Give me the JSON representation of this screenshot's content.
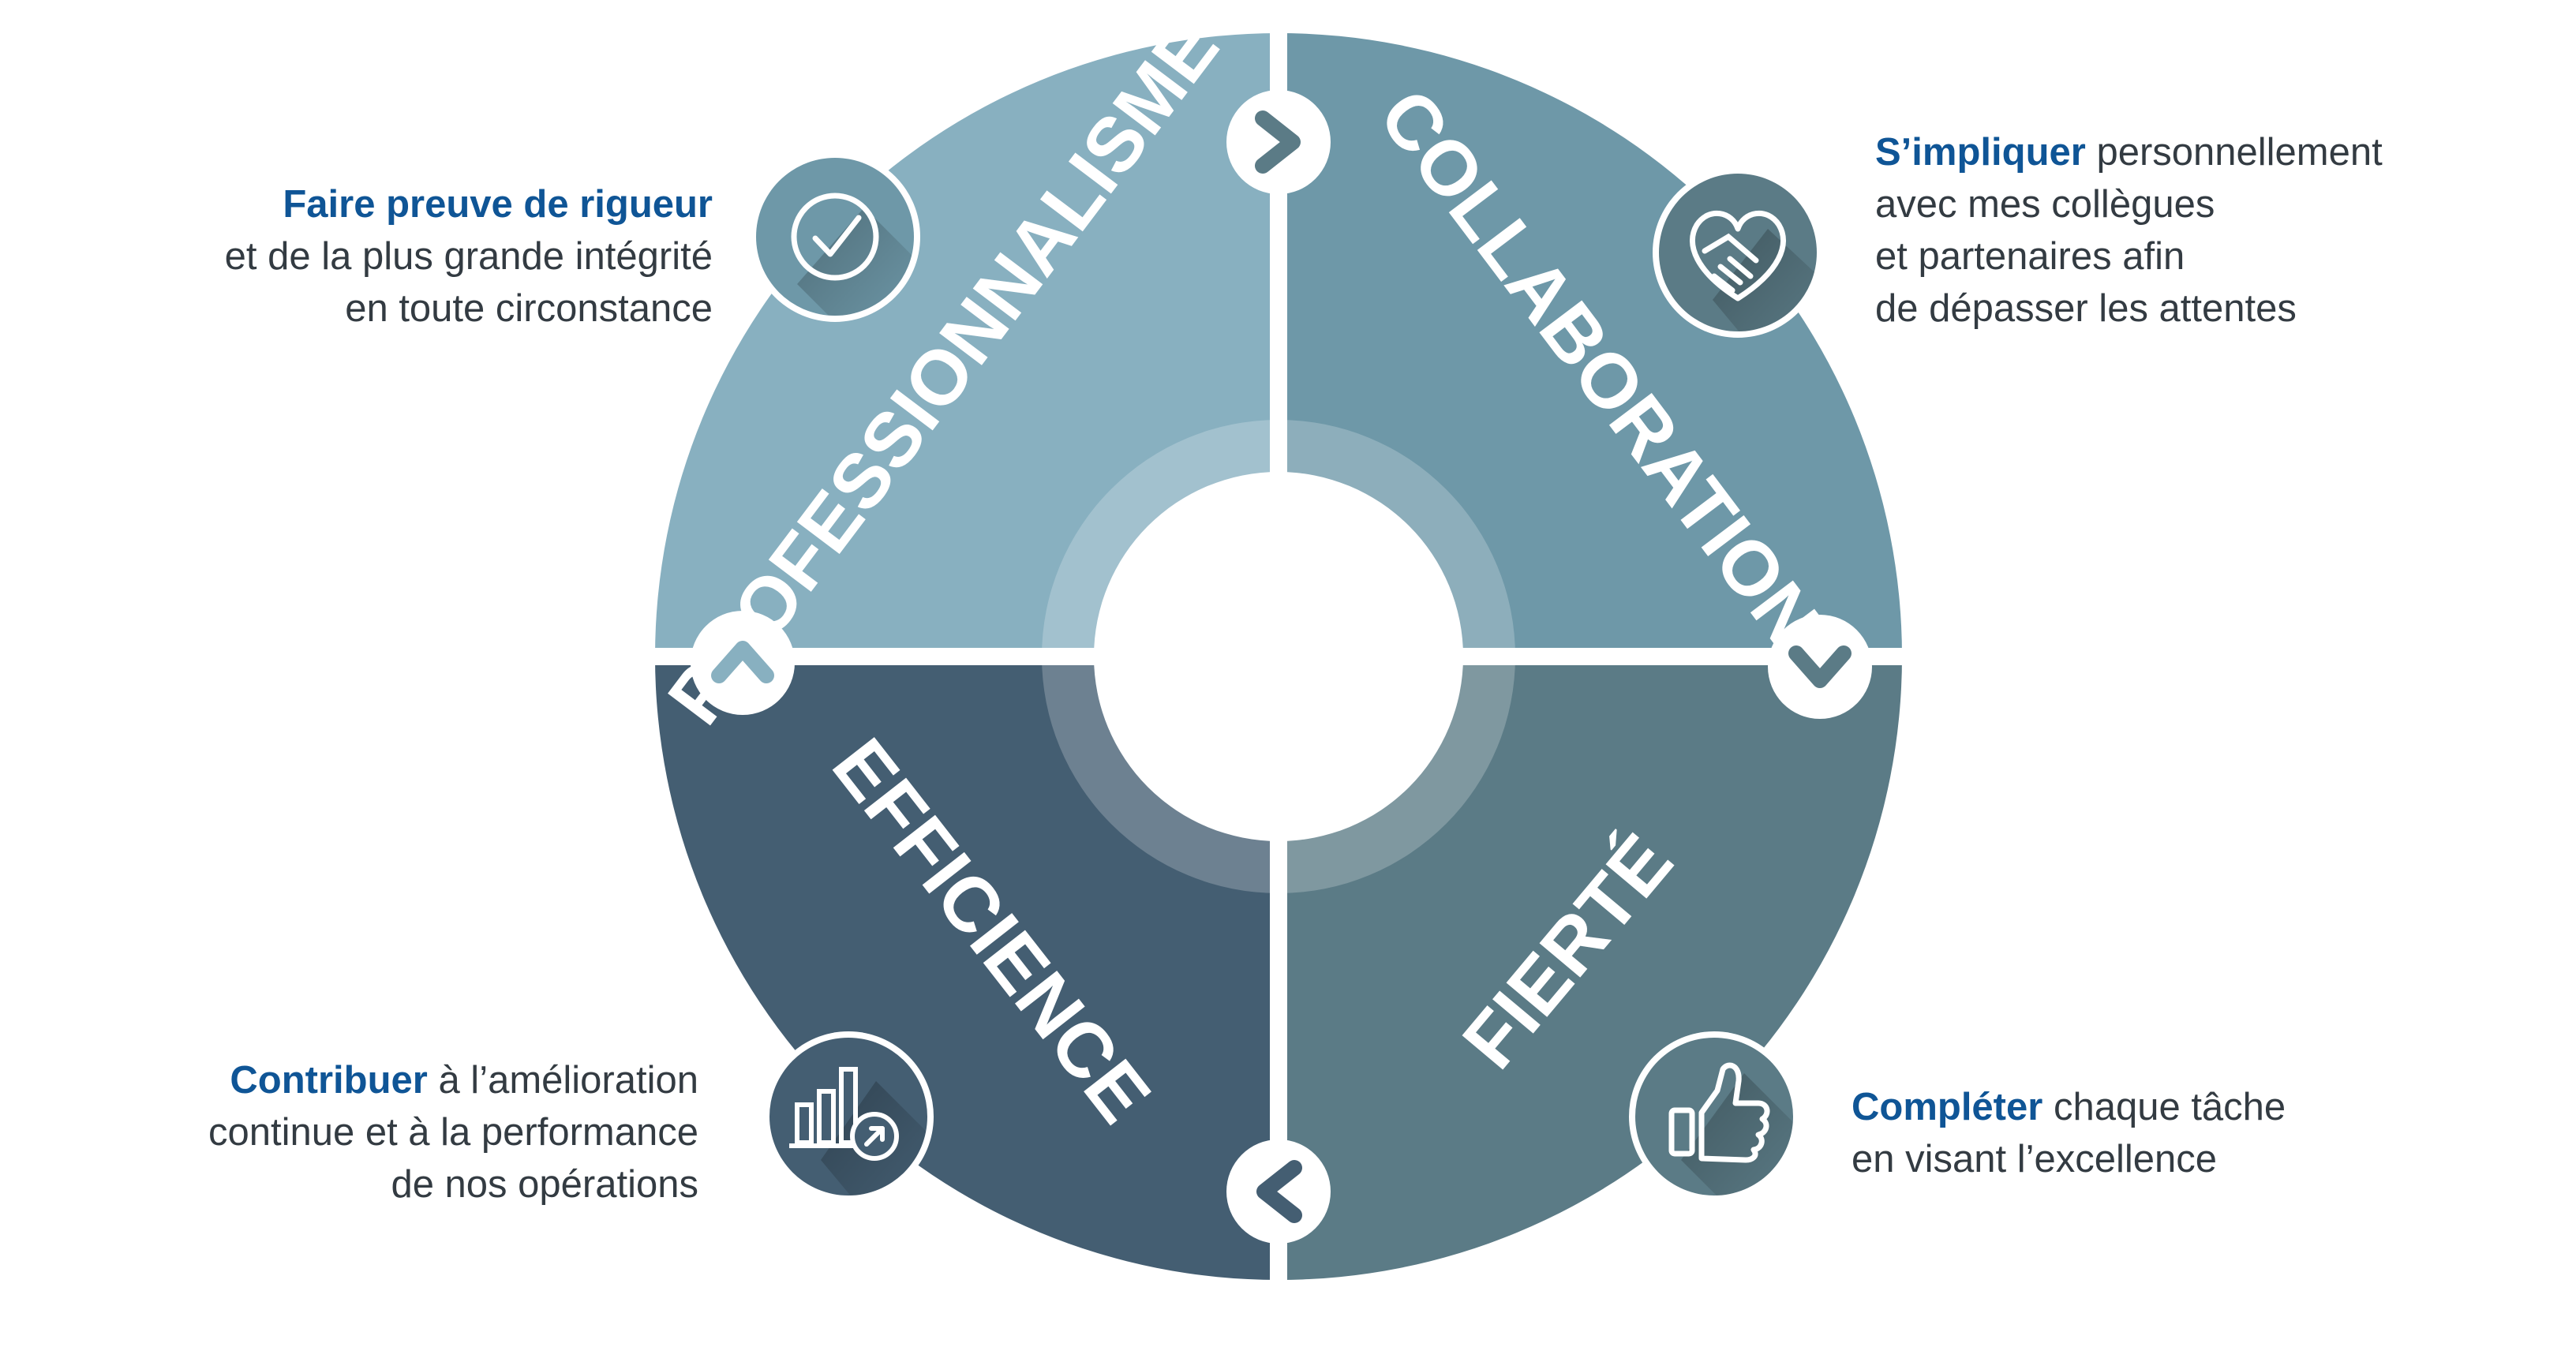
{
  "colors": {
    "professionnalisme": "#88b0c0",
    "collaboration": "#6e98a8",
    "fierte": "#5b7b86",
    "efficience": "#445e72",
    "accent_text": "#0f5596",
    "body_text": "#333b42"
  },
  "segments": [
    {
      "id": "professionnalisme",
      "label": "PROFESSIONNALISME",
      "icon": "checkmark-circle-icon"
    },
    {
      "id": "collaboration",
      "label": "COLLABORATION",
      "icon": "handshake-heart-icon"
    },
    {
      "id": "fierte",
      "label": "FIERTÉ",
      "icon": "thumbs-up-icon"
    },
    {
      "id": "efficience",
      "label": "EFFICIENCE",
      "icon": "bar-chart-growth-icon"
    }
  ],
  "arrows": [
    "chevron-right-icon",
    "chevron-down-icon",
    "chevron-left-icon",
    "chevron-up-icon"
  ],
  "descriptions": {
    "professionnalisme": {
      "highlight": "Faire preuve de rigueur",
      "line1": "et de la plus grande intégrité",
      "line2": "en toute circonstance"
    },
    "collaboration": {
      "highlight": "S’impliquer",
      "line1_rest": " personnellement",
      "line2": "avec mes collègues",
      "line3": "et partenaires afin",
      "line4": "de dépasser les attentes"
    },
    "efficience": {
      "highlight": "Contribuer",
      "line1_rest": " à l’amélioration",
      "line2": "continue et à la performance",
      "line3": "de nos opérations"
    },
    "fierte": {
      "highlight": "Compléter",
      "line1_rest": " chaque tâche",
      "line2": "en visant l’excellence"
    }
  }
}
